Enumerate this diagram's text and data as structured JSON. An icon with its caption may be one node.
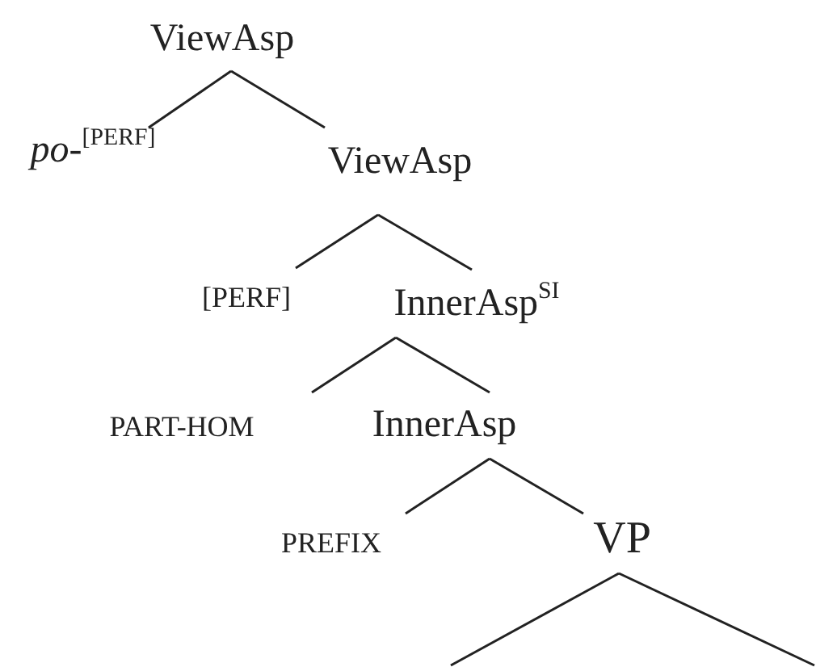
{
  "diagram": {
    "nodes": [
      {
        "text": [
          "ViewAsp"
        ]
      },
      {
        "text": [
          "*po*-$^{[PERF]}$"
        ]
      },
      {
        "text": [
          "ViewAsp"
        ]
      },
      {
        "text": [
          "[PERF]"
        ]
      },
      {
        "text": [
          "InnerAsp$^{SI}$"
        ]
      },
      {
        "text": [
          "PART-HOM"
        ]
      },
      {
        "text": [
          "InnerAsp"
        ]
      },
      {
        "text": [
          "PREFIX"
        ]
      },
      {
        "text": [
          "VP"
        ]
      }
    ],
    "edges": [
      {
        "from": 0,
        "to": 1,
        "arrow": "none"
      },
      {
        "from": 0,
        "to": 2,
        "arrow": "none"
      },
      {
        "from": 2,
        "to": 3,
        "arrow": "none"
      },
      {
        "from": 2,
        "to": 4,
        "arrow": "none"
      },
      {
        "from": 4,
        "to": 5,
        "arrow": "none"
      },
      {
        "from": 4,
        "to": 6,
        "arrow": "none"
      },
      {
        "from": 6,
        "to": 7,
        "arrow": "none"
      },
      {
        "from": 6,
        "to": 8,
        "arrow": "none"
      },
      {
        "from": 8,
        "to": null,
        "arrow": "none"
      },
      {
        "from": 8,
        "to": null,
        "arrow": "none"
      }
    ]
  }
}
